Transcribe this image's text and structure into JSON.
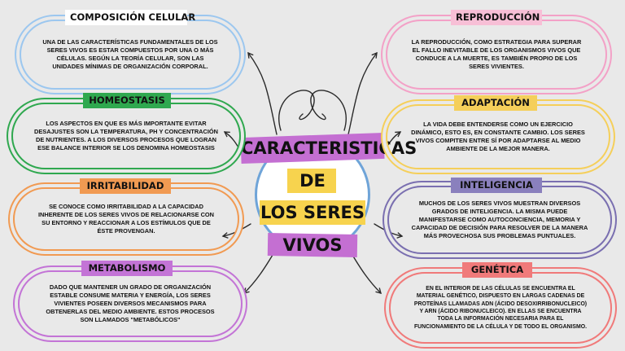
{
  "center": {
    "line1": "CARACTERISTICAS",
    "line2": "DE",
    "line3": "LOS SERES",
    "line4": "VIVOS"
  },
  "nodes": [
    {
      "title": "COMPOSICIÓN CELULAR",
      "text": "UNA DE LAS CARACTERÍSTICAS FUNDAMENTALES DE LOS SERES VIVOS ES ESTAR COMPUESTOS POR UNA O MÁS CÉLULAS. SEGÚN LA TEORÍA CELULAR, SON LAS UNIDADES MÍNIMAS DE ORGANIZACIÓN CORPORAL.",
      "color": "#9cc7ef",
      "tag_color": "#ffffff"
    },
    {
      "title": "HOMEOSTASIS",
      "text": "LOS ASPECTOS EN QUE ES MÁS IMPORTANTE EVITAR DESAJUSTES SON LA TEMPERATURA, PH Y CONCENTRACIÓN DE NUTRIENTES. A LOS DIVERSOS PROCESOS QUE LOGRAN ESE BALANCE INTERIOR SE LOS DENOMINA HOMEOSTASIS",
      "color": "#2fa84f",
      "tag_color": "#2fa84f"
    },
    {
      "title": "IRRITABILIDAD",
      "text": "SE CONOCE COMO IRRITABILIDAD A LA CAPACIDAD INHERENTE DE LOS SERES VIVOS DE RELACIONARSE CON SU ENTORNO Y REACCIONAR A LOS ESTÍMULOS QUE DE ÉSTE PROVENGAN.",
      "color": "#f19a52",
      "tag_color": "#f19a52"
    },
    {
      "title": "METABOLISMO",
      "text": "DADO QUE MANTENER UN GRADO DE ORGANIZACIÓN ESTABLE CONSUME MATERIA Y ENERGÍA, LOS SERES VIVIENTES POSEEN DIVERSOS MECANISMOS PARA OBTENERLAS DEL MEDIO AMBIENTE. ESTOS PROCESOS SON LLAMADOS \"METABÓLICOS\"",
      "color": "#c374d6",
      "tag_color": "#c374d6"
    },
    {
      "title": "REPRODUCCIÓN",
      "text": "LA REPRODUCCIÓN, COMO ESTRATEGIA PARA SUPERAR EL FALLO INEVITABLE DE LOS ORGANISMOS VIVOS QUE CONDUCE A LA MUERTE, ES TAMBIÉN PROPIO DE LOS SERES VIVIENTES.",
      "color": "#f3a1c7",
      "tag_color": "#f7bfd6"
    },
    {
      "title": "ADAPTACIÓN",
      "text": "LA VIDA DEBE ENTENDERSE COMO UN EJERCICIO DINÁMICO, ESTO ES, EN CONSTANTE CAMBIO. LOS SERES VIVOS COMPITEN ENTRE SÍ POR ADAPTARSE AL MEDIO AMBIENTE DE LA MEJOR MANERA.",
      "color": "#f5cf5a",
      "tag_color": "#f5cf5a"
    },
    {
      "title": "INTELIGENCIA",
      "text": "MUCHOS DE LOS SERES VIVOS MUESTRAN DIVERSOS GRADOS DE INTELIGENCIA. LA MISMA PUEDE MANIFESTARSE COMO AUTOCONCIENCIA, MEMORIA Y CAPACIDAD DE DECISIÓN PARA RESOLVER DE LA MANERA MÁS PROVECHOSA SUS PROBLEMAS PUNTUALES.",
      "color": "#7a6fb0",
      "tag_color": "#8a80bd"
    },
    {
      "title": "GENÉTICA",
      "text": "EN EL INTERIOR DE LAS CÉLULAS SE ENCUENTRA EL MATERIAL GENÉTICO, DISPUESTO EN LARGAS CADENAS DE PROTEÍNAS LLAMADAS ADN (ÁCIDO DESOXIRRIBONUCLEICO) Y ARN (ÁCIDO RIBONUCLEICO). EN ELLAS SE ENCUENTRA TODA LA INFORMACIÓN NECESARIA PARA EL FUNCIONAMIENTO DE LA CÉLULA Y DE TODO EL ORGANISMO.",
      "color": "#f07a7a",
      "tag_color": "#f07a7a"
    }
  ],
  "colors": {
    "background": "#e9e9e9",
    "center_circle": "#6fa4d8",
    "center_highlight_purple": "#c46fd2",
    "center_highlight_yellow": "#f7d34e"
  }
}
